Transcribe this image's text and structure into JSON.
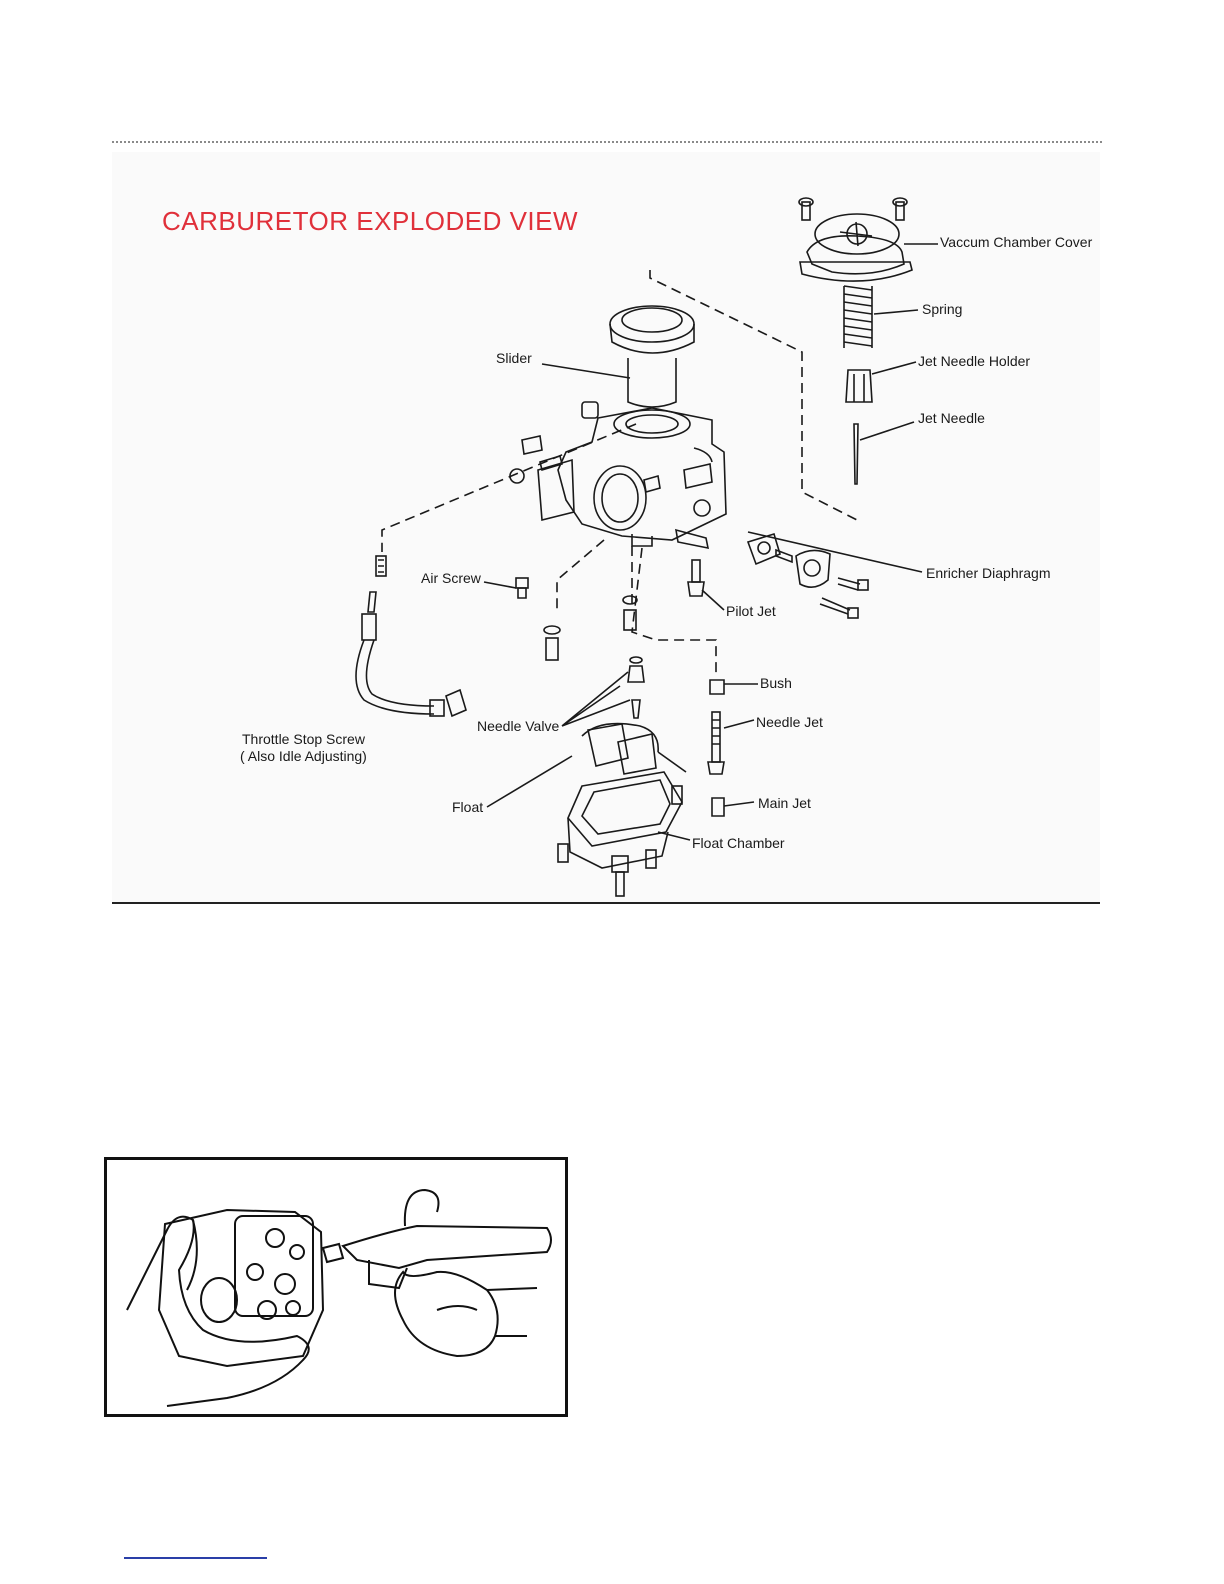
{
  "diagram": {
    "title": "CARBURETOR EXPLODED VIEW",
    "labels": {
      "vacuum_chamber_cover": "Vaccum Chamber Cover",
      "spring": "Spring",
      "jet_needle_holder": "Jet Needle Holder",
      "jet_needle": "Jet Needle",
      "slider": "Slider",
      "enricher_diaphragm": "Enricher Diaphragm",
      "air_screw": "Air Screw",
      "pilot_jet": "Pilot Jet",
      "bush": "Bush",
      "needle_jet": "Needle Jet",
      "needle_valve": "Needle Valve",
      "throttle_stop_screw_1": "Throttle Stop Screw",
      "throttle_stop_screw_2": "( Also Idle Adjusting)",
      "float": "Float",
      "main_jet": "Main Jet",
      "float_chamber": "Float Chamber"
    }
  },
  "colors": {
    "title": "#e0303a",
    "line": "#1a1a1a",
    "footer_rule": "#2a3fa8"
  }
}
